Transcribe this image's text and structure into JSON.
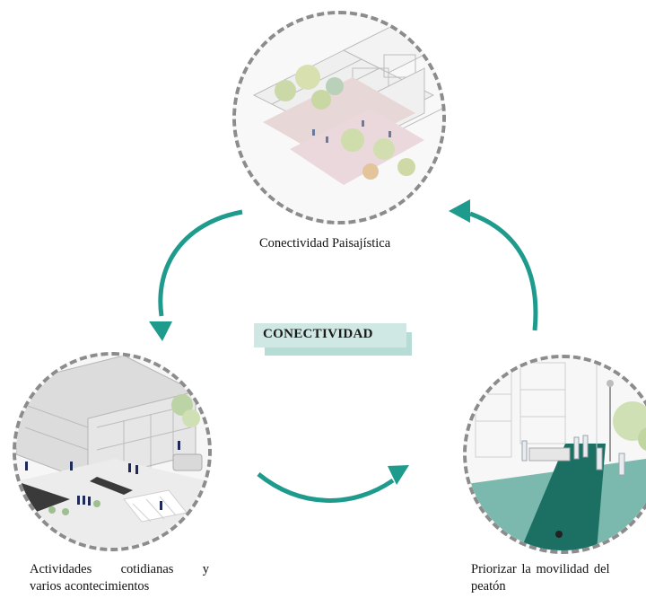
{
  "center": {
    "label": "CONECTIVIDAD"
  },
  "nodes": {
    "top": {
      "caption": "Conectividad Paisajística"
    },
    "left": {
      "caption_line1": "Actividades cotidianas y",
      "caption_line2": "varios acontecimientos"
    },
    "right": {
      "caption_line1": "Priorizar la movilidad del",
      "caption_line2": "peatón"
    }
  },
  "colors": {
    "arrow": "#1e9b8c",
    "dashed_border": "#8c8c8c",
    "label_bg": "#cfe8e3",
    "label_shadow": "#b5ddd6",
    "street_green": "#1b6f63",
    "sidewalk_teal": "#7bb8ae"
  }
}
